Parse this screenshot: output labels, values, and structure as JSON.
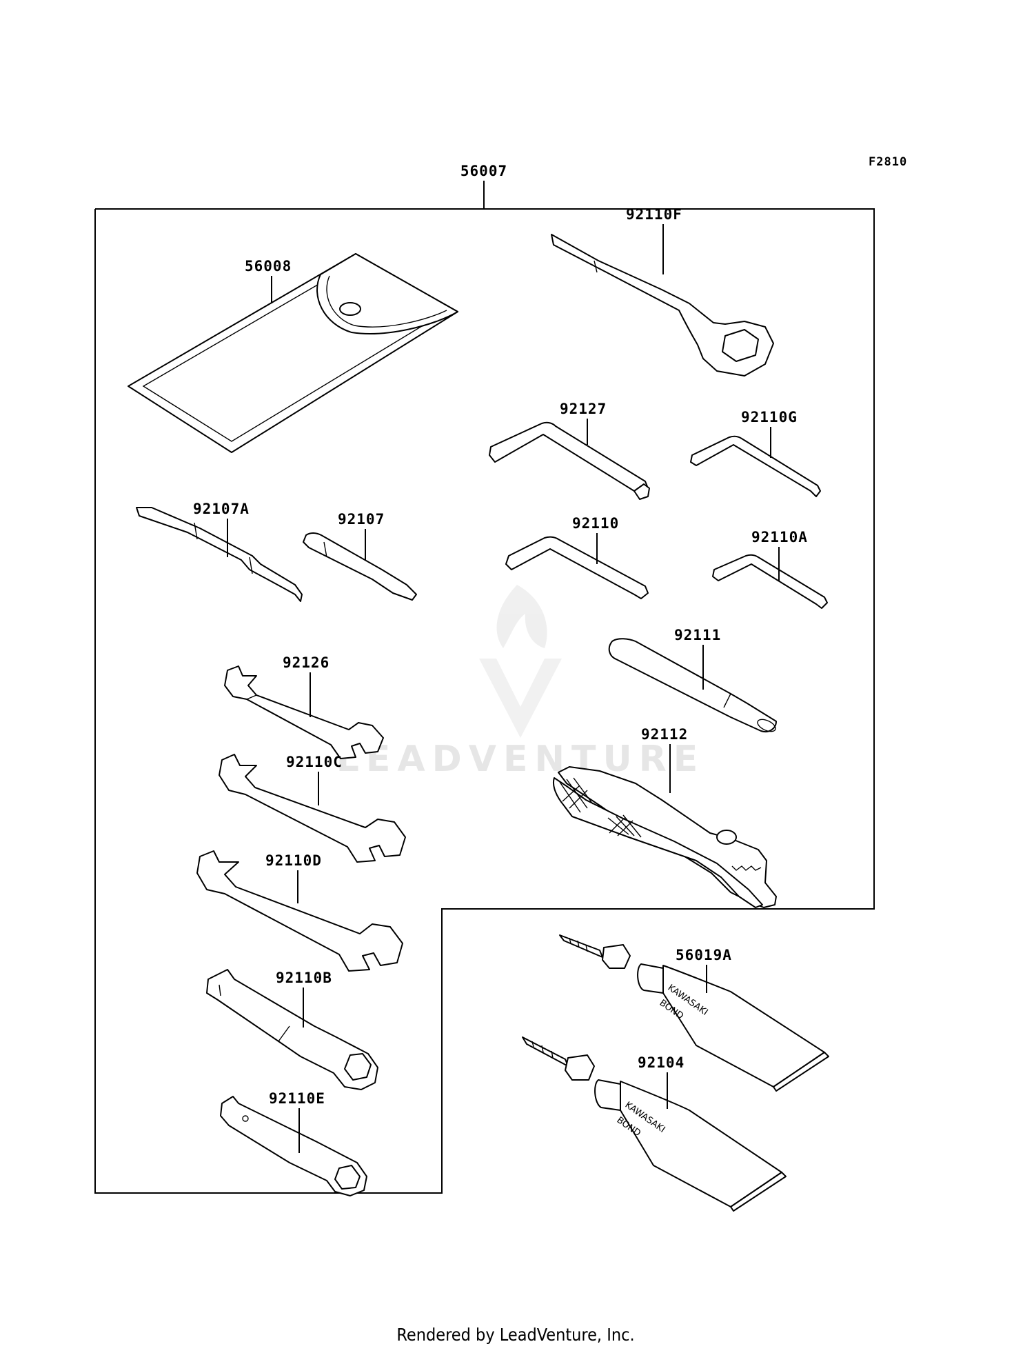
{
  "diagram_code": "F2810",
  "assembly_label": "56007",
  "parts": [
    {
      "id": "p-56008",
      "label": "56008",
      "name": "tool-pouch"
    },
    {
      "id": "p-92110F",
      "label": "92110F",
      "name": "ring-spanner"
    },
    {
      "id": "p-92127",
      "label": "92127",
      "name": "hex-key-large"
    },
    {
      "id": "p-92110G",
      "label": "92110G",
      "name": "hex-key-small-upper"
    },
    {
      "id": "p-92107A",
      "label": "92107A",
      "name": "screwdriver-bit-double"
    },
    {
      "id": "p-92107",
      "label": "92107",
      "name": "screwdriver-bit-phillips"
    },
    {
      "id": "p-92110",
      "label": "92110",
      "name": "hex-key-medium"
    },
    {
      "id": "p-92110A",
      "label": "92110A",
      "name": "hex-key-small-lower"
    },
    {
      "id": "p-92111",
      "label": "92111",
      "name": "tool-handle-bar"
    },
    {
      "id": "p-92126",
      "label": "92126",
      "name": "open-wrench-small"
    },
    {
      "id": "p-92112",
      "label": "92112",
      "name": "pliers"
    },
    {
      "id": "p-92110C",
      "label": "92110C",
      "name": "open-wrench-medium"
    },
    {
      "id": "p-92110D",
      "label": "92110D",
      "name": "open-wrench-large"
    },
    {
      "id": "p-56019A",
      "label": "56019A",
      "name": "bond-tube-upper"
    },
    {
      "id": "p-92110B",
      "label": "92110B",
      "name": "box-socket-wrench"
    },
    {
      "id": "p-92104",
      "label": "92104",
      "name": "bond-tube-lower"
    },
    {
      "id": "p-92110E",
      "label": "92110E",
      "name": "spark-plug-wrench"
    }
  ],
  "tube_brand": "KAWASAKI",
  "tube_text": "BOND",
  "watermark": "LEADVENTURE",
  "footer": "Rendered by LeadVenture, Inc."
}
